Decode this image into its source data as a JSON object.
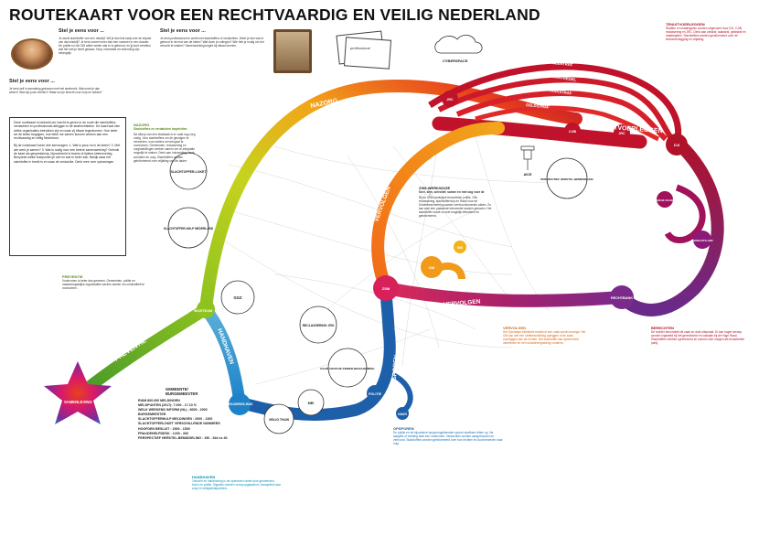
{
  "title": "ROUTEKAART VOOR EEN RECHTVAARDIG EN VEILIG NEDERLAND",
  "intro_blocks": {
    "stel_je_eens_voor_1": "Stel je eens voor ...",
    "stel_je_eens_voor_2": "Stel je eens voor ...",
    "stel_je_eens_voor_3": "Stel je eens voor ...",
    "block1_text": "Je wordt slachtoffer van een misdrijf. Wil je dan iets kwijt over de impact van dat misdrijf? Je bent zoveel meer dan een nummer in een dossier. De politie en het OM willen weten wat er is gebeurd, en jij kunt vertellen wat het met je heeft gedaan. Hulp, informatie en erkenning zijn belangrijk.",
    "block2_text": "Je bent professional en werkt met slachtoffers of verdachten. Weet je dan wat er gebeurt in de rest van de keten? Wat doen je collega's? Wie heb je nodig om het verschil te maken? Samenwerking begint bij elkaar kennen.",
    "block3_text": "Je bent zelf in aanraking gekomen met het strafrecht. Wat moet je dan weten? Wat zijn jouw rechten? Waar kun je terecht voor hulp en advies?",
    "intro_box": "Deze routekaart is bedoeld om inzicht te geven in de route die slachtoffers, verdachten en professionals afleggen in de strafrechtketen. De kaart laat zien welke organisaties betrokken zijn en waar zij elkaar tegenkomen. Hoe beter we de keten begrijpen, hoe beter we samen kunnen werken aan een rechtvaardig en veilig Nederland.",
    "intro_list": "Bij de routekaart horen drie kernvragen: 1. Wat is jouw rol in de keten? 2. Met wie werk je samen? 3. Wat is nodig voor een betere samenwerking? Gebruik de kaart als gesprekshulp, bijvoorbeeld in teams of tijdens ketenoverleg. Bespreek welke knelpunten je ziet en wat er beter kan. Bekijk waar het slachtoffer in beeld is en waar de verdachte. Denk mee over oplossingen.",
    "photo_label": "professional"
  },
  "route_labels": {
    "preventie": "PREVENTIE",
    "nazorg": "NAZORG",
    "handhaven": "HANDHAVEN",
    "opsporen": "OPSPOREN",
    "vervolgen_left": "VERVOLGEN",
    "vervolgen_bottom": "VERVOLGEN",
    "tenuitvoerleggen": "TENUITVOERLEGGEN",
    "berechten": "BERECHTEN",
    "samenleving": "SAMENLEVING",
    "celstraf": "CELSTRAF",
    "maatregel": "MAATREGEL",
    "taakstraf": "TAAKSTRAF",
    "geldstraf": "GELDSTRAF",
    "cyberspace": "CYBERSPACE"
  },
  "nodes": {
    "jrc": "JRC",
    "cjib": "CJIB",
    "jrc2": "JRC",
    "dji": "DJI",
    "wijkteam": "WIJKTEAM",
    "zsm": "ZSM",
    "om": "OM",
    "rechtbank": "RECHTBANK",
    "politie": "POLITIE",
    "kmar": "KMAR",
    "veiligheidshuis": "VEILIGHEIDS-HUIS",
    "ind": "IND",
    "aice": "AICE",
    "hoge_raad": "HOGE RAAD",
    "gerechtshof": "GERECHTS-HOF"
  },
  "circles": {
    "slachtofferloket": "SLACHTOFFER-LOKET",
    "slachtofferhulp": "SLACHTOFFER-HULP NEDERLAND",
    "ggz": "GGZ",
    "reclassering": "RECLASSERING JRO",
    "raad": "RAAD VOOR DE KINDER-BESCHERMING",
    "mei": "MEI",
    "veilig_thuis": "VEILIG THUIS",
    "herstel": "PERSPECTIEF HERSTEL-BEMIDDELING"
  },
  "gemeente_label": "GEMEENTE/\nBURGEMEESTER",
  "stats_text": "RUIM 800.000 MELDINGEN\nMELDPUNTEN (2017): 7.000 - 17.10 %\nWELK WEEKEND INFORM (NL) : 8000 - 2000\nBURGEMEESTER\nSLACHTOFFERHULP MELDINGEN : 2000 - 1300\nSLACHTOFFERLOKET VERSCHILLENDE NUMMERS\nHOOFDEN BESLUIT : 1500 - 1500\nFRAUDEHELPDESK : 1200 - 300\nPERSPECTIEF HERSTEL-BEMIDDELING : 150 - 544 ex 40",
  "sections": {
    "nazorg_head": "NAZORG",
    "nazorg_sub": "Slachtoffers en verdachten begeleiden",
    "nazorg_text": "Na afloop van een strafzaak is er vaak nog zorg nodig. Voor slachtoffers om de gevolgen te verwerken, voor daders om terugval te voorkomen. Gemeenten, reclassering en zorginstellingen werken samen om re-integratie mogelijk te maken. Denk aan huisvesting, werk, schulden en zorg. Slachtoffers worden geinformeerd over vrijlating van de dader.",
    "zsm_head": "ZSM-WERKWIJZE",
    "zsm_sub": "Snel, slim, selectief, samen en met oog voor de slachtoffer",
    "zsm_text": "Bij de ZSM-werkwijze beoordelen politie, OM, reclassering, slachtofferhulp en Raad voor de Kinderbescherming samen veelvoorkomende zaken. Zo kan snel een passende interventie worden gekozen. Het slachtoffer wordt zo snel mogelijk betrokken en geinformeerd.",
    "preventie_head": "PREVENTIE",
    "preventie_text": "Voorkomen is beter dan genezen. Gemeenten, politie en maatschappelijke organisaties werken samen om criminaliteit te voorkomen.",
    "handhaven_head": "HANDHAVEN",
    "handhaven_text": "Toezicht en handhaving in de openbare ruimte door gemeenten, boa's en politie. Signalen worden vroeg opgepakt en doorgeleid naar zorg en veiligheidspartners.",
    "opsporen_head": "OPSPOREN",
    "opsporen_text": "De politie en de bijzondere opsporingsdiensten sporen strafbare feiten op. Na aangifte of melding start een onderzoek. Verdachten worden aangehouden en verhoord. Slachtoffers worden geinformeerd over hun rechten en doorverwezen naar hulp.",
    "vervolgen_head": "VERVOLGEN",
    "vervolgen_text": "Het Openbaar Ministerie beslist of een zaak wordt vervolgd. Het OM kan zelf een strafbeschikking opleggen of de zaak voorleggen aan de rechter. Het slachtoffer kan spreekrecht uitoefenen en een schadevergoeding vorderen.",
    "berechten_head": "BERECHTEN",
    "berechten_text": "De rechter beoordeelt de zaak en doet uitspraak. Er kan hoger beroep worden ingesteld bij het gerechtshof en cassatie bij de Hoge Raad. Slachtoffers hebben spreekrecht en kunnen zich voegen als benadeelde partij.",
    "tenuit_head": "TENUITVOERLEGGEN",
    "tenuit_text": "Straffen en maatregelen worden uitgevoerd door DJI, CJIB, reclassering en JRC. Denk aan celstraf, taakstraf, geldstraf en maatregelen. Slachtoffers worden geinformeerd over de tenuitvoerlegging en vrijlating."
  }
}
